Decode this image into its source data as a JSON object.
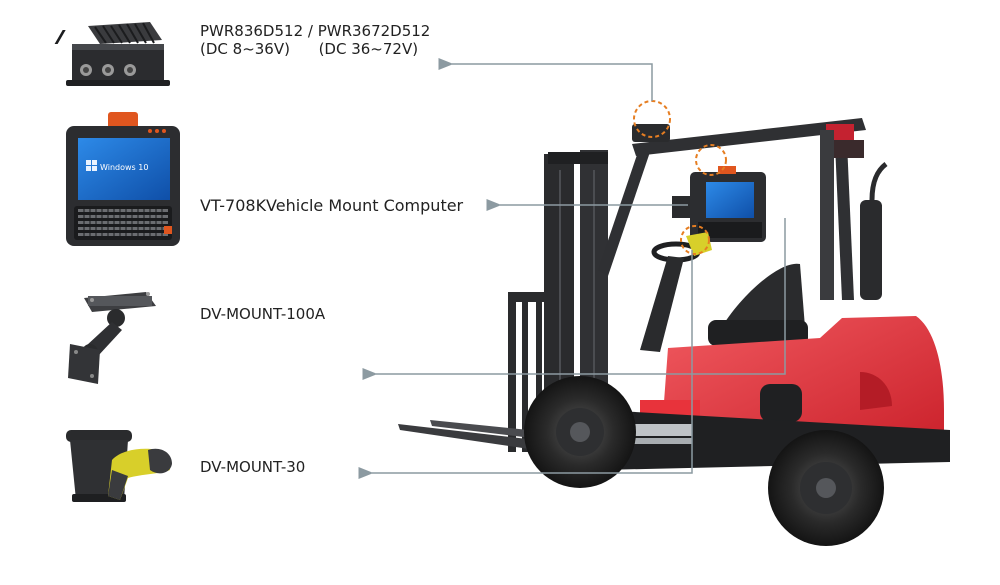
{
  "products": [
    {
      "id": "power",
      "line1": "PWR836D512 / PWR3672D512",
      "line2": "(DC 8~36V)      (DC 36~72V)"
    },
    {
      "id": "computer",
      "label": "VT-708KVehicle Mount Computer"
    },
    {
      "id": "mount100a",
      "label": "DV-MOUNT-100A"
    },
    {
      "id": "mount30",
      "label": "DV-MOUNT-30"
    }
  ],
  "screen_text": "Windows 10",
  "colors": {
    "forklift_red": "#e8333b",
    "dark": "#2a2b2d",
    "callout_circle": "#e67e22",
    "leader_line": "#8c9aa1",
    "screen_blue": "#1e6fd1",
    "tag_orange": "#e0561f",
    "scanner_yellow": "#d8cf2a"
  }
}
